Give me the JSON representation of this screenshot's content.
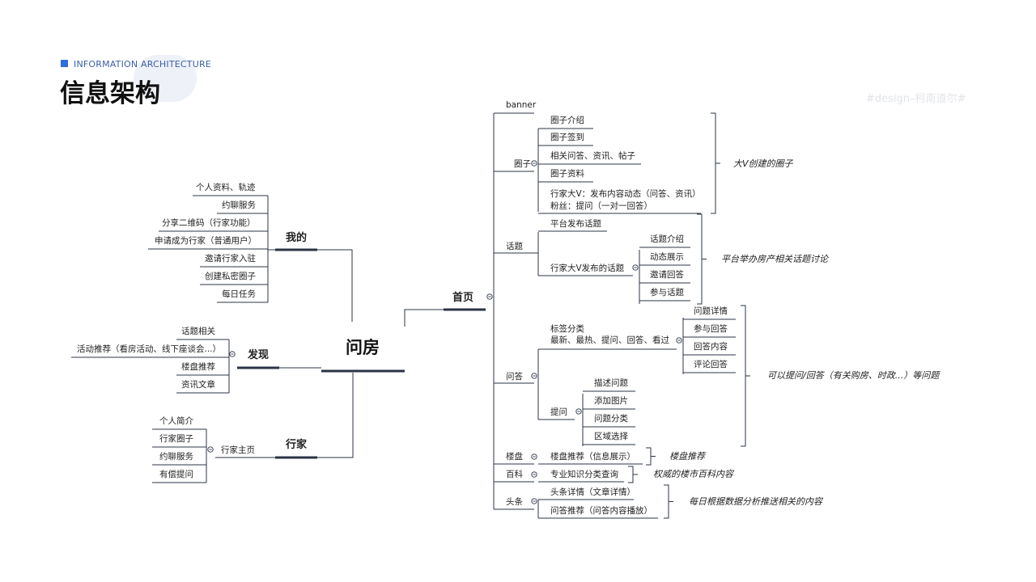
{
  "header": {
    "en_title": "INFORMATION ARCHITECTURE",
    "title": "信息架构",
    "watermark": "#design–柯南道尔#"
  },
  "colors": {
    "accent": "#2f6fdc",
    "line": "#2b3445",
    "text": "#222222"
  },
  "mindmap": {
    "root": "问房",
    "left": {
      "wode": {
        "label": "我的",
        "items": [
          "个人资料、轨迹",
          "约聊服务",
          "分享二维码（行家功能）",
          "申请成为行家（普通用户）",
          "邀请行家入驻",
          "创建私密圈子",
          "每日任务"
        ]
      },
      "faxian": {
        "label": "发现",
        "items": [
          "话题相关",
          "活动推荐（看房活动、线下座谈会...）",
          "楼盘推荐",
          "资讯文章"
        ]
      },
      "hangjia": {
        "label": "行家",
        "sub": "行家主页",
        "items": [
          "个人简介",
          "行家圈子",
          "约聊服务",
          "有偿提问"
        ]
      }
    },
    "right": {
      "label": "首页",
      "banner": "banner",
      "quanzi": {
        "label": "圈子",
        "items": [
          "圈子介绍",
          "圈子签到",
          "相关问答、资讯、帖子",
          "圈子资料",
          "行家大V：发布内容动态（问答、资讯）",
          "粉丝：提问（一对一回答）"
        ],
        "note": "大V创建的圈子"
      },
      "huati": {
        "label": "话题",
        "items": [
          "平台发布话题",
          "行家大V发布的话题"
        ],
        "sub_items": [
          "话题介绍",
          "动态展示",
          "邀请回答",
          "参与话题"
        ],
        "note": "平台举办房产相关话题讨论"
      },
      "wenda": {
        "label": "问答",
        "tag_title": "标签分类",
        "tag_desc": "最新、最热、提问、回答、看过",
        "tag_items": [
          "问题详情",
          "参与回答",
          "回答内容",
          "评论回答"
        ],
        "ask": "提问",
        "ask_items": [
          "描述问题",
          "添加图片",
          "问题分类",
          "区域选择"
        ],
        "note": "可以提问/回答（有关购房、时政...）等问题"
      },
      "loupan": {
        "label": "楼盘",
        "item": "楼盘推荐（信息展示）",
        "note": "楼盘推荐"
      },
      "baike": {
        "label": "百科",
        "item": "专业知识分类查询",
        "note": "权威的楼市百科内容"
      },
      "toutiao": {
        "label": "头条",
        "items": [
          "头条详情（文章详情）",
          "问答推荐（问答内容播放）"
        ],
        "note": "每日根据数据分析推送相关的内容"
      }
    }
  }
}
